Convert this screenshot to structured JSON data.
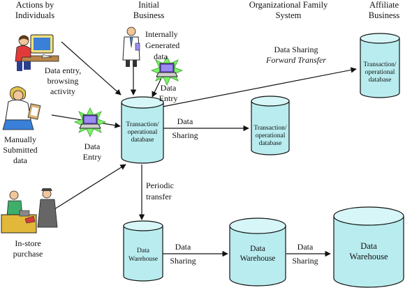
{
  "headers": {
    "col1": [
      "Actions by",
      "Individuals"
    ],
    "col2": [
      "Initial",
      "Business"
    ],
    "col3": [
      "Organizational Family",
      "System"
    ],
    "col4": [
      "Affiliate",
      "Business"
    ]
  },
  "labels": {
    "internally_generated": [
      "Internally",
      "Generated",
      "data"
    ],
    "data_entry_browsing": [
      "Data entry,",
      "browsing",
      "activity"
    ],
    "data_entry_top": [
      "Data",
      "Entry"
    ],
    "data_entry_left": [
      "Data",
      "Entry"
    ],
    "manually_submitted": [
      "Manually",
      "Submitted",
      "data"
    ],
    "in_store": [
      "In-store",
      "purchase"
    ],
    "periodic_transfer": [
      "Periodic",
      "transfer"
    ],
    "data_sharing_forward": [
      "Data Sharing",
      "Forward Transfer"
    ],
    "data_sharing_mid": [
      "Data",
      "Sharing"
    ],
    "data_sharing_bottom1": [
      "Data",
      "Sharing"
    ],
    "data_sharing_bottom2": [
      "Data",
      "Sharing"
    ]
  },
  "cylinders": {
    "initial_db": [
      "Transaction/",
      "operational",
      "database"
    ],
    "family_db": [
      "Transaction/",
      "operational",
      "database"
    ],
    "affiliate_db": [
      "Transaction/",
      "operational",
      "database"
    ],
    "warehouse_small": [
      "Data",
      "Warehouse"
    ],
    "warehouse_medium": [
      "Data",
      "Warehouse"
    ],
    "warehouse_large": [
      "Data",
      "Warehouse"
    ]
  },
  "colors": {
    "cylinder_fill": "#b9ecef",
    "cylinder_top": "#d6f6f7",
    "burst_fill": "#7cf26a",
    "laptop_screen": "#6b4fc8"
  },
  "icons": {
    "computer_user": "computer-user-icon",
    "scientist": "scientist-icon",
    "woman_clipboard": "woman-clipboard-icon",
    "store_clerk": "store-clerk-icon",
    "laptop_burst": "laptop-burst-icon"
  }
}
